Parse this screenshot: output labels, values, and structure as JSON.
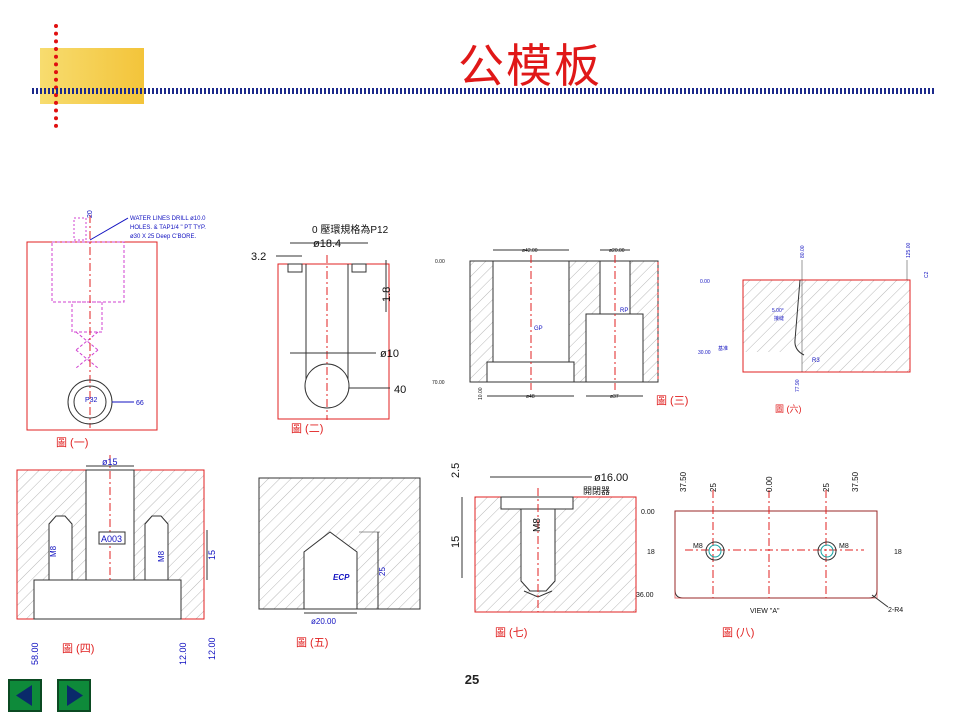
{
  "page": {
    "title": "公模板",
    "page_number": "25"
  },
  "figures": {
    "fig1": {
      "caption": "圖 (一)",
      "note_lines": [
        "WATER LINES DRILL ø10.0",
        "HOLES. & TAP1/4 \" PT TYP.",
        "ø30 X 25 Deep C'BORE."
      ],
      "dim_top": "20",
      "circle_label": "P32",
      "right_dim": "66"
    },
    "fig2": {
      "caption": "圖 (二)",
      "top_note": "0  壓環規格為P12",
      "dim_18_4": "ø18.4",
      "dim_3_2": "3.2",
      "dim_1_8": "1.8",
      "dim_10": "ø10",
      "dim_40": "40"
    },
    "fig3": {
      "caption": "圖 (三)",
      "zero": "0.00",
      "seventy": "70.00",
      "ten": "10.00",
      "d42": "ø42.00",
      "d20": "ø20.00",
      "d48": "ø48",
      "d37": "ø37",
      "gp": "GP",
      "rp": "RP"
    },
    "fig4": {
      "caption": "圖 (四)",
      "d15": "ø15",
      "a003": "A003",
      "m8_left": "M8",
      "m8_right": "M8",
      "dim15": "15",
      "b58": "58.00",
      "b12a": "12.00",
      "b12b": "12.00"
    },
    "fig5": {
      "caption": "圖 (五)",
      "label": "ECP",
      "dim25": "25",
      "d20": "ø20.00"
    },
    "fig6": {
      "caption": "圖 (六)",
      "zero": "0.00",
      "thirty": "30.00",
      "eighty": "80.00",
      "d125": "125.00",
      "angle": "5.00°",
      "note": "接縫",
      "note2": "基准",
      "r3": "R3",
      "c": "C2",
      "d7790": "77.90"
    },
    "fig7": {
      "caption": "圖 (七)",
      "d25": "2.5",
      "d16": "ø16.00",
      "counter": "開閉器",
      "m8": "M8",
      "d15": "15"
    },
    "fig8": {
      "caption": "圖 (八)",
      "view": "VIEW \"A\"",
      "top_labels": [
        "37.50",
        "25",
        "0.00",
        "25",
        "37.50"
      ],
      "zero": "0.00",
      "eighteen_l": "18",
      "eighteen_r": "18",
      "m8_l": "M8",
      "m8_r": "M8",
      "thirtysix": "36.00",
      "r4": "2-R4"
    }
  },
  "navigation": {
    "prev_icon": "left-triangle-icon",
    "next_icon": "right-triangle-icon"
  },
  "colors": {
    "title_red": "#e01818",
    "cad_red": "#e02020",
    "cad_blue": "#1010c0",
    "cad_magenta": "#d040d0",
    "nav_green": "#0e8a3a"
  }
}
